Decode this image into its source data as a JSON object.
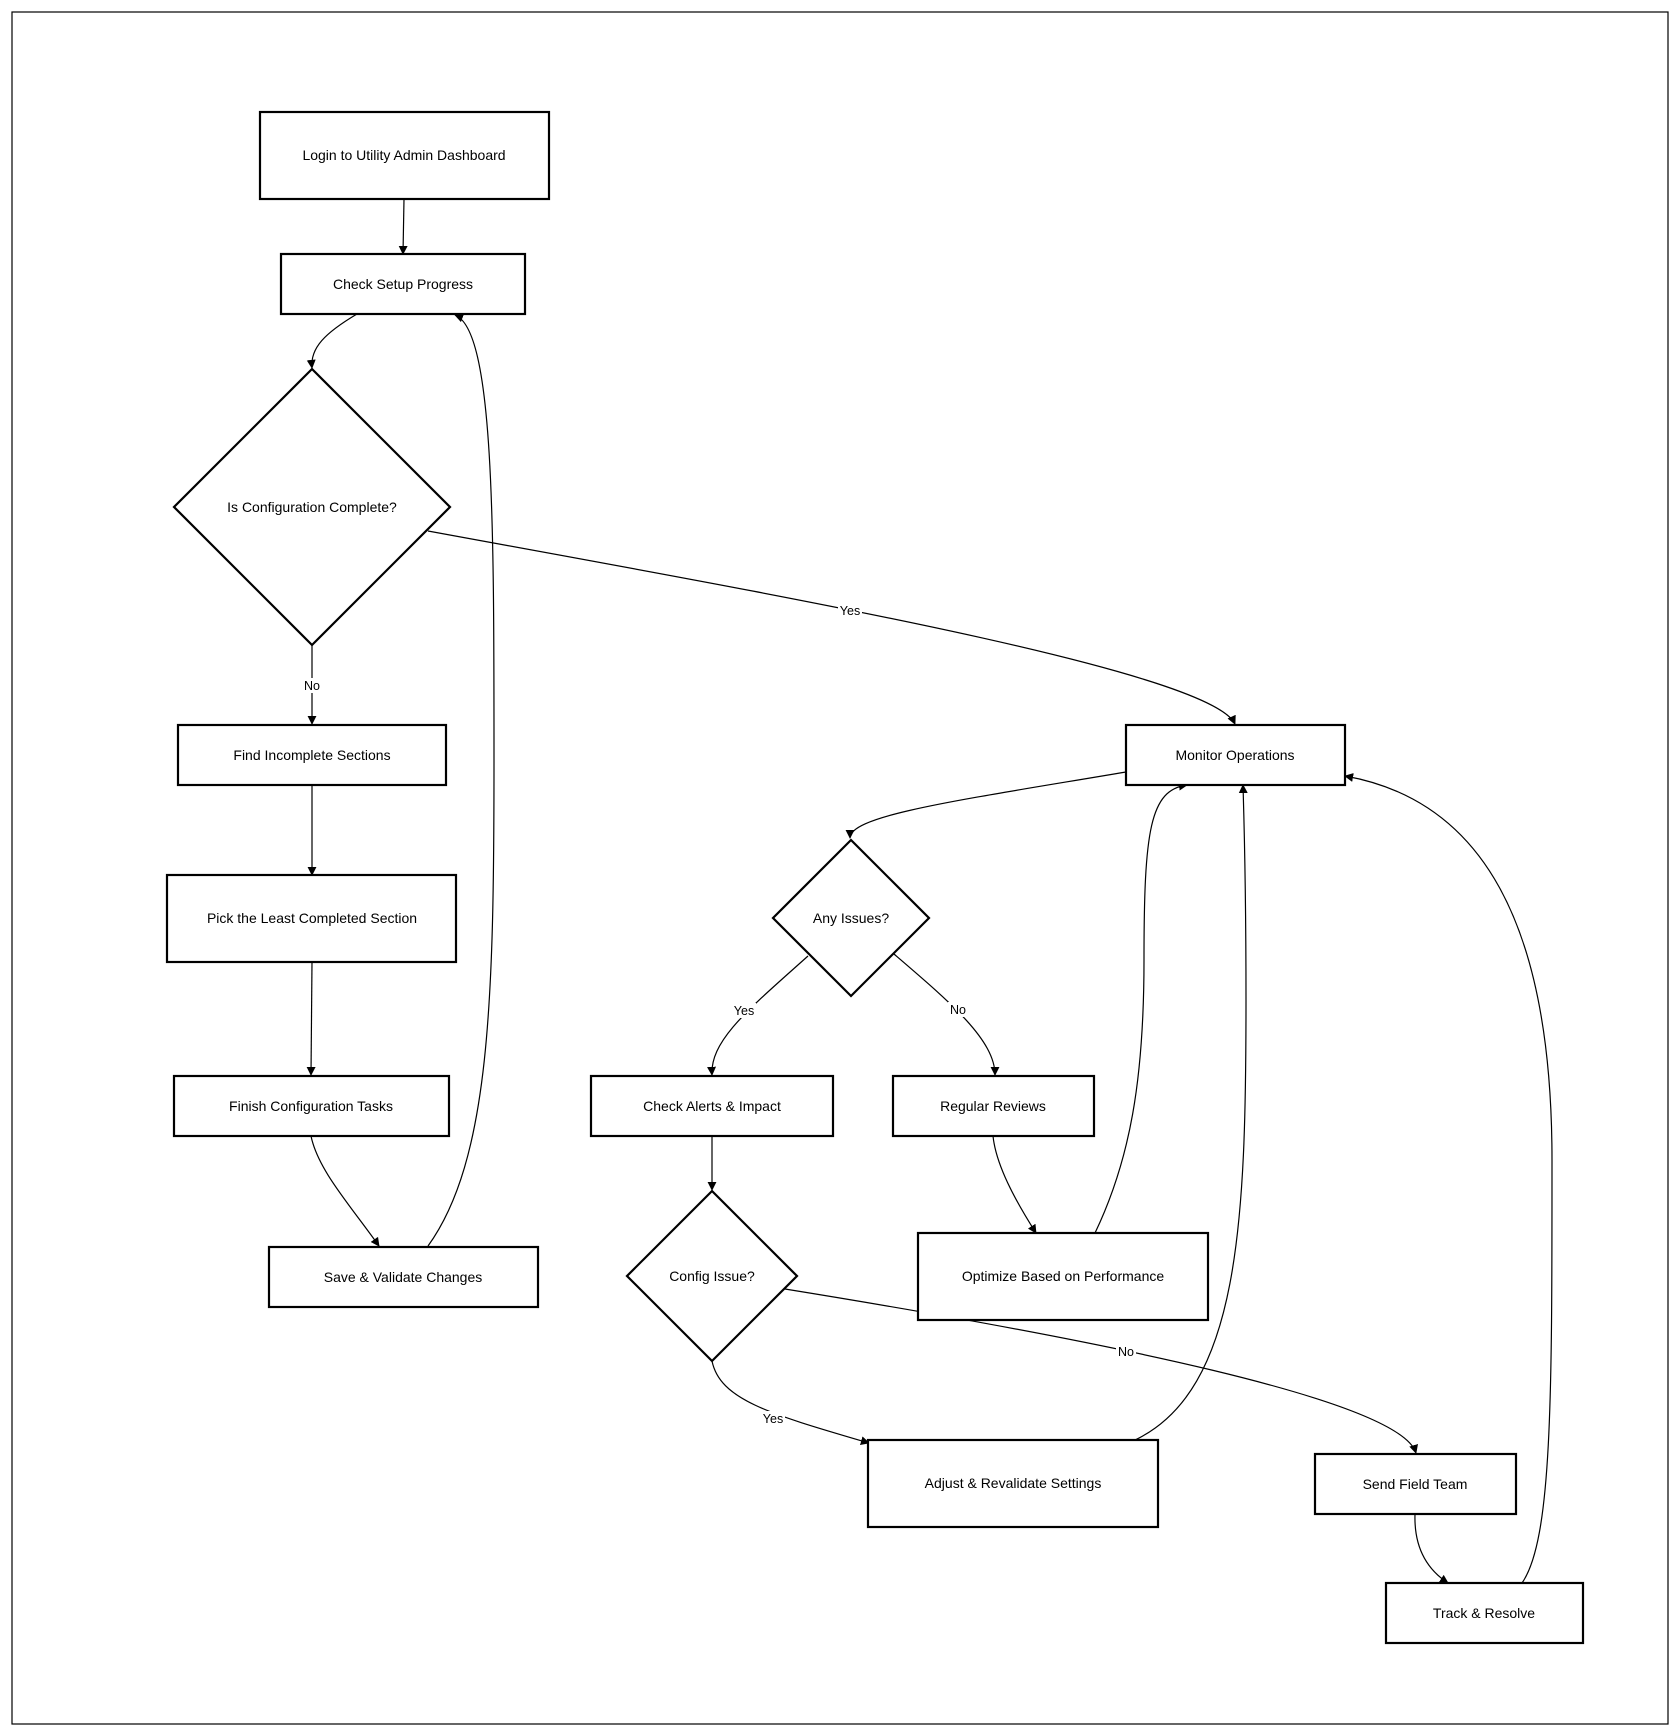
{
  "nodes": {
    "login": {
      "label": "Login to Utility Admin Dashboard",
      "shape": "rect"
    },
    "check_setup": {
      "label": "Check Setup Progress",
      "shape": "rect"
    },
    "config_complete": {
      "label": "Is Configuration Complete?",
      "shape": "diamond"
    },
    "find_incomplete": {
      "label": "Find Incomplete Sections",
      "shape": "rect"
    },
    "pick_least": {
      "label": "Pick the Least Completed Section",
      "shape": "rect"
    },
    "finish_tasks": {
      "label": "Finish Configuration Tasks",
      "shape": "rect"
    },
    "save_validate": {
      "label": "Save & Validate Changes",
      "shape": "rect"
    },
    "monitor": {
      "label": "Monitor Operations",
      "shape": "rect"
    },
    "any_issues": {
      "label": "Any Issues?",
      "shape": "diamond"
    },
    "check_alerts": {
      "label": "Check Alerts & Impact",
      "shape": "rect"
    },
    "regular_reviews": {
      "label": "Regular Reviews",
      "shape": "rect"
    },
    "config_issue": {
      "label": "Config Issue?",
      "shape": "diamond"
    },
    "optimize": {
      "label": "Optimize Based on Performance",
      "shape": "rect"
    },
    "adjust": {
      "label": "Adjust & Revalidate Settings",
      "shape": "rect"
    },
    "send_field": {
      "label": "Send Field Team",
      "shape": "rect"
    },
    "track_resolve": {
      "label": "Track & Resolve",
      "shape": "rect"
    }
  },
  "edges": [
    {
      "from": "login",
      "to": "check_setup",
      "label": ""
    },
    {
      "from": "check_setup",
      "to": "config_complete",
      "label": ""
    },
    {
      "from": "config_complete",
      "to": "monitor",
      "label": "Yes"
    },
    {
      "from": "config_complete",
      "to": "find_incomplete",
      "label": "No"
    },
    {
      "from": "find_incomplete",
      "to": "pick_least",
      "label": ""
    },
    {
      "from": "pick_least",
      "to": "finish_tasks",
      "label": ""
    },
    {
      "from": "finish_tasks",
      "to": "save_validate",
      "label": ""
    },
    {
      "from": "save_validate",
      "to": "check_setup",
      "label": ""
    },
    {
      "from": "monitor",
      "to": "any_issues",
      "label": ""
    },
    {
      "from": "any_issues",
      "to": "check_alerts",
      "label": "Yes"
    },
    {
      "from": "any_issues",
      "to": "regular_reviews",
      "label": "No"
    },
    {
      "from": "check_alerts",
      "to": "config_issue",
      "label": ""
    },
    {
      "from": "regular_reviews",
      "to": "optimize",
      "label": ""
    },
    {
      "from": "optimize",
      "to": "monitor",
      "label": ""
    },
    {
      "from": "config_issue",
      "to": "adjust",
      "label": "Yes"
    },
    {
      "from": "config_issue",
      "to": "send_field",
      "label": "No"
    },
    {
      "from": "adjust",
      "to": "monitor",
      "label": ""
    },
    {
      "from": "send_field",
      "to": "track_resolve",
      "label": ""
    },
    {
      "from": "track_resolve",
      "to": "monitor",
      "label": ""
    }
  ]
}
